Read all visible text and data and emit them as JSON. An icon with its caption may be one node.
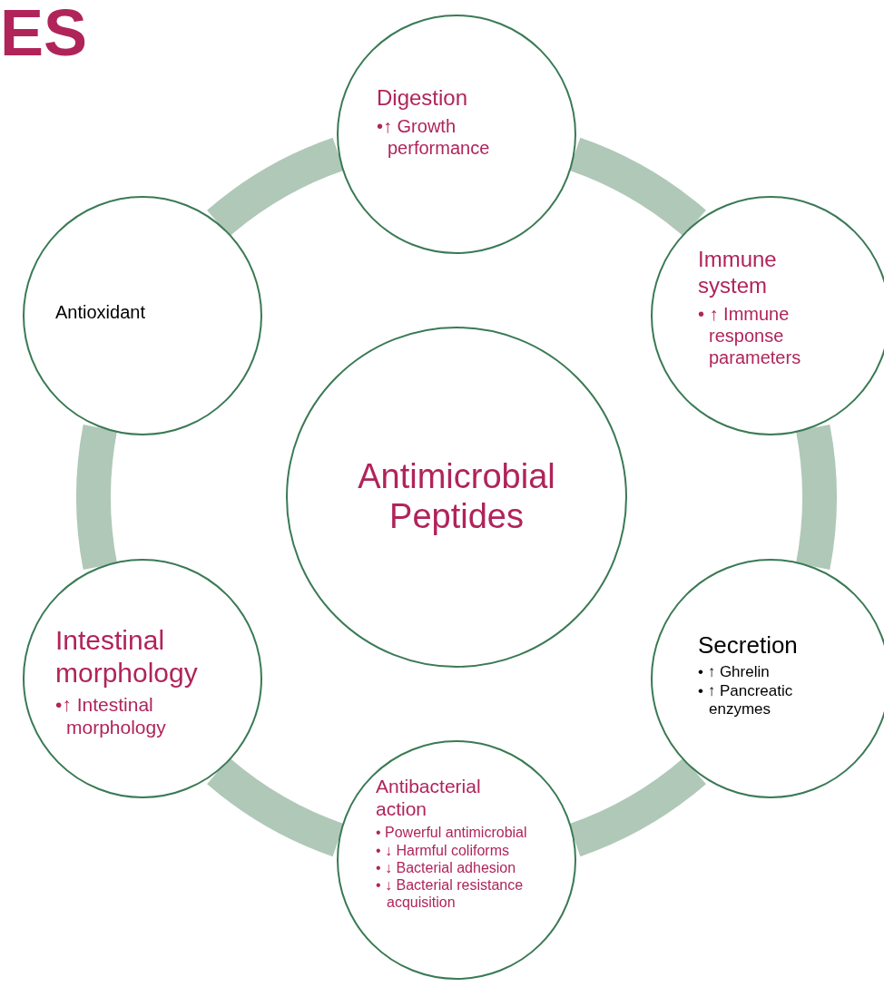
{
  "diagram": {
    "title": "ES",
    "nodes": [
      {
        "text": [
          "Digestion",
          "•↑ Growth performance"
        ]
      },
      {
        "text": [
          "Immune system",
          "• ↑ Immune response parameters"
        ]
      },
      {
        "text": [
          "Secretion",
          "• ↑ Ghrelin",
          "• ↑ Pancreatic enzymes"
        ]
      },
      {
        "text": [
          "Antibacterial action",
          "• Powerful antimicrobial",
          "• ↓ Harmful coliforms",
          "• ↓ Bacterial adhesion",
          "• ↓ Bacterial resistance acquisition"
        ]
      },
      {
        "text": [
          "Intestinal morphology",
          "•↑ Intestinal morphology"
        ]
      },
      {
        "text": [
          "Antioxidant"
        ]
      },
      {
        "text": [
          "Antimicrobial Peptides"
        ]
      }
    ],
    "edges": [
      {
        "from": 0,
        "to": 1,
        "arrow": "none"
      },
      {
        "from": 1,
        "to": 2,
        "arrow": "none"
      },
      {
        "from": 2,
        "to": 3,
        "arrow": "none"
      },
      {
        "from": 3,
        "to": 4,
        "arrow": "none"
      },
      {
        "from": 4,
        "to": 5,
        "arrow": "none"
      },
      {
        "from": 5,
        "to": 0,
        "arrow": "none"
      }
    ]
  }
}
